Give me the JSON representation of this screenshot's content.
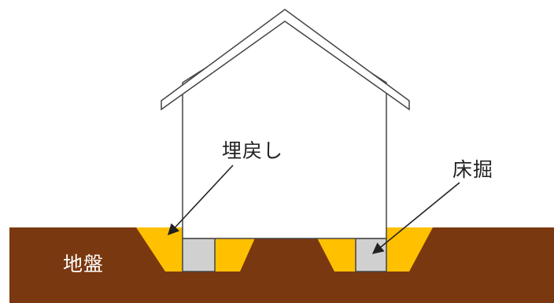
{
  "labels": {
    "backfill": "埋戻し",
    "excavation": "床掘",
    "ground": "地盤"
  },
  "colors": {
    "ground": "#7a3810",
    "fill": "#ffc000",
    "footing": "#d0d0d0",
    "outline": "#444444",
    "house": "#ffffff"
  }
}
